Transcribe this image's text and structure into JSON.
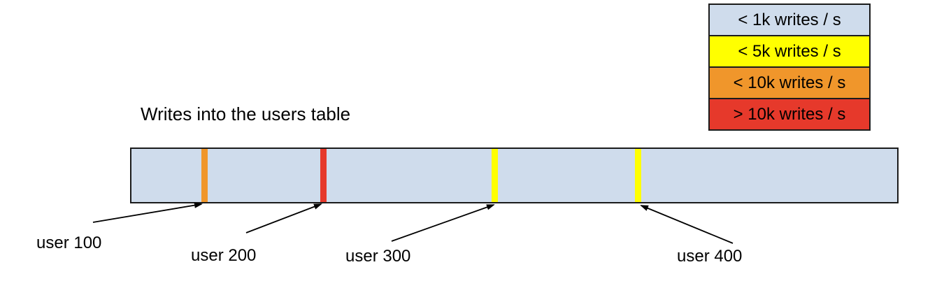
{
  "title": "Writes into the users table",
  "legend": {
    "items": [
      {
        "label": "< 1k writes / s",
        "color": "#cfdcec"
      },
      {
        "label": "< 5k writes / s",
        "color": "#ffff00"
      },
      {
        "label": "< 10k writes / s",
        "color": "#f0962b"
      },
      {
        "label": "> 10k writes / s",
        "color": "#e6392b"
      }
    ]
  },
  "bar": {
    "fill": "#cfdcec",
    "markers": [
      {
        "user": "user 100",
        "color": "#f0962b"
      },
      {
        "user": "user 200",
        "color": "#e6392b"
      },
      {
        "user": "user 300",
        "color": "#ffff00"
      },
      {
        "user": "user 400",
        "color": "#ffff00"
      }
    ]
  },
  "callouts": [
    {
      "label": "user 100"
    },
    {
      "label": "user 200"
    },
    {
      "label": "user 300"
    },
    {
      "label": "user 400"
    }
  ]
}
